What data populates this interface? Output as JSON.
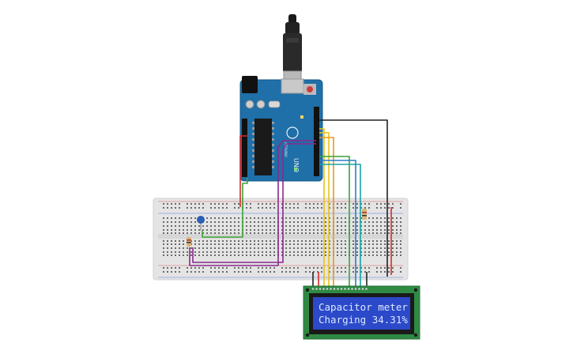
{
  "board": {
    "name": "UNO",
    "brand_label": "ARDUINO"
  },
  "lcd": {
    "line1": "Capacitor meter",
    "line2": "Charging 34.31%",
    "backlight_color": "#2b49c9",
    "text_color": "#dce8ff"
  },
  "colors": {
    "board_blue": "#1f6fa8",
    "pcb_green": "#2f8a44",
    "breadboard": "#e4e4e4",
    "wire_red": "#d62a2a",
    "wire_black": "#222222",
    "wire_green": "#3aa335",
    "wire_purple": "#8a2a8e",
    "wire_yellow": "#e8c21a",
    "wire_orange": "#e59a1e",
    "wire_blue": "#2d7cc9",
    "wire_teal": "#1aa3a3"
  },
  "components": {
    "usb_cable": "usb-cable-icon",
    "capacitor": "capacitor-icon",
    "resistor": "resistor-icon",
    "reset_button": "reset-button-icon"
  }
}
